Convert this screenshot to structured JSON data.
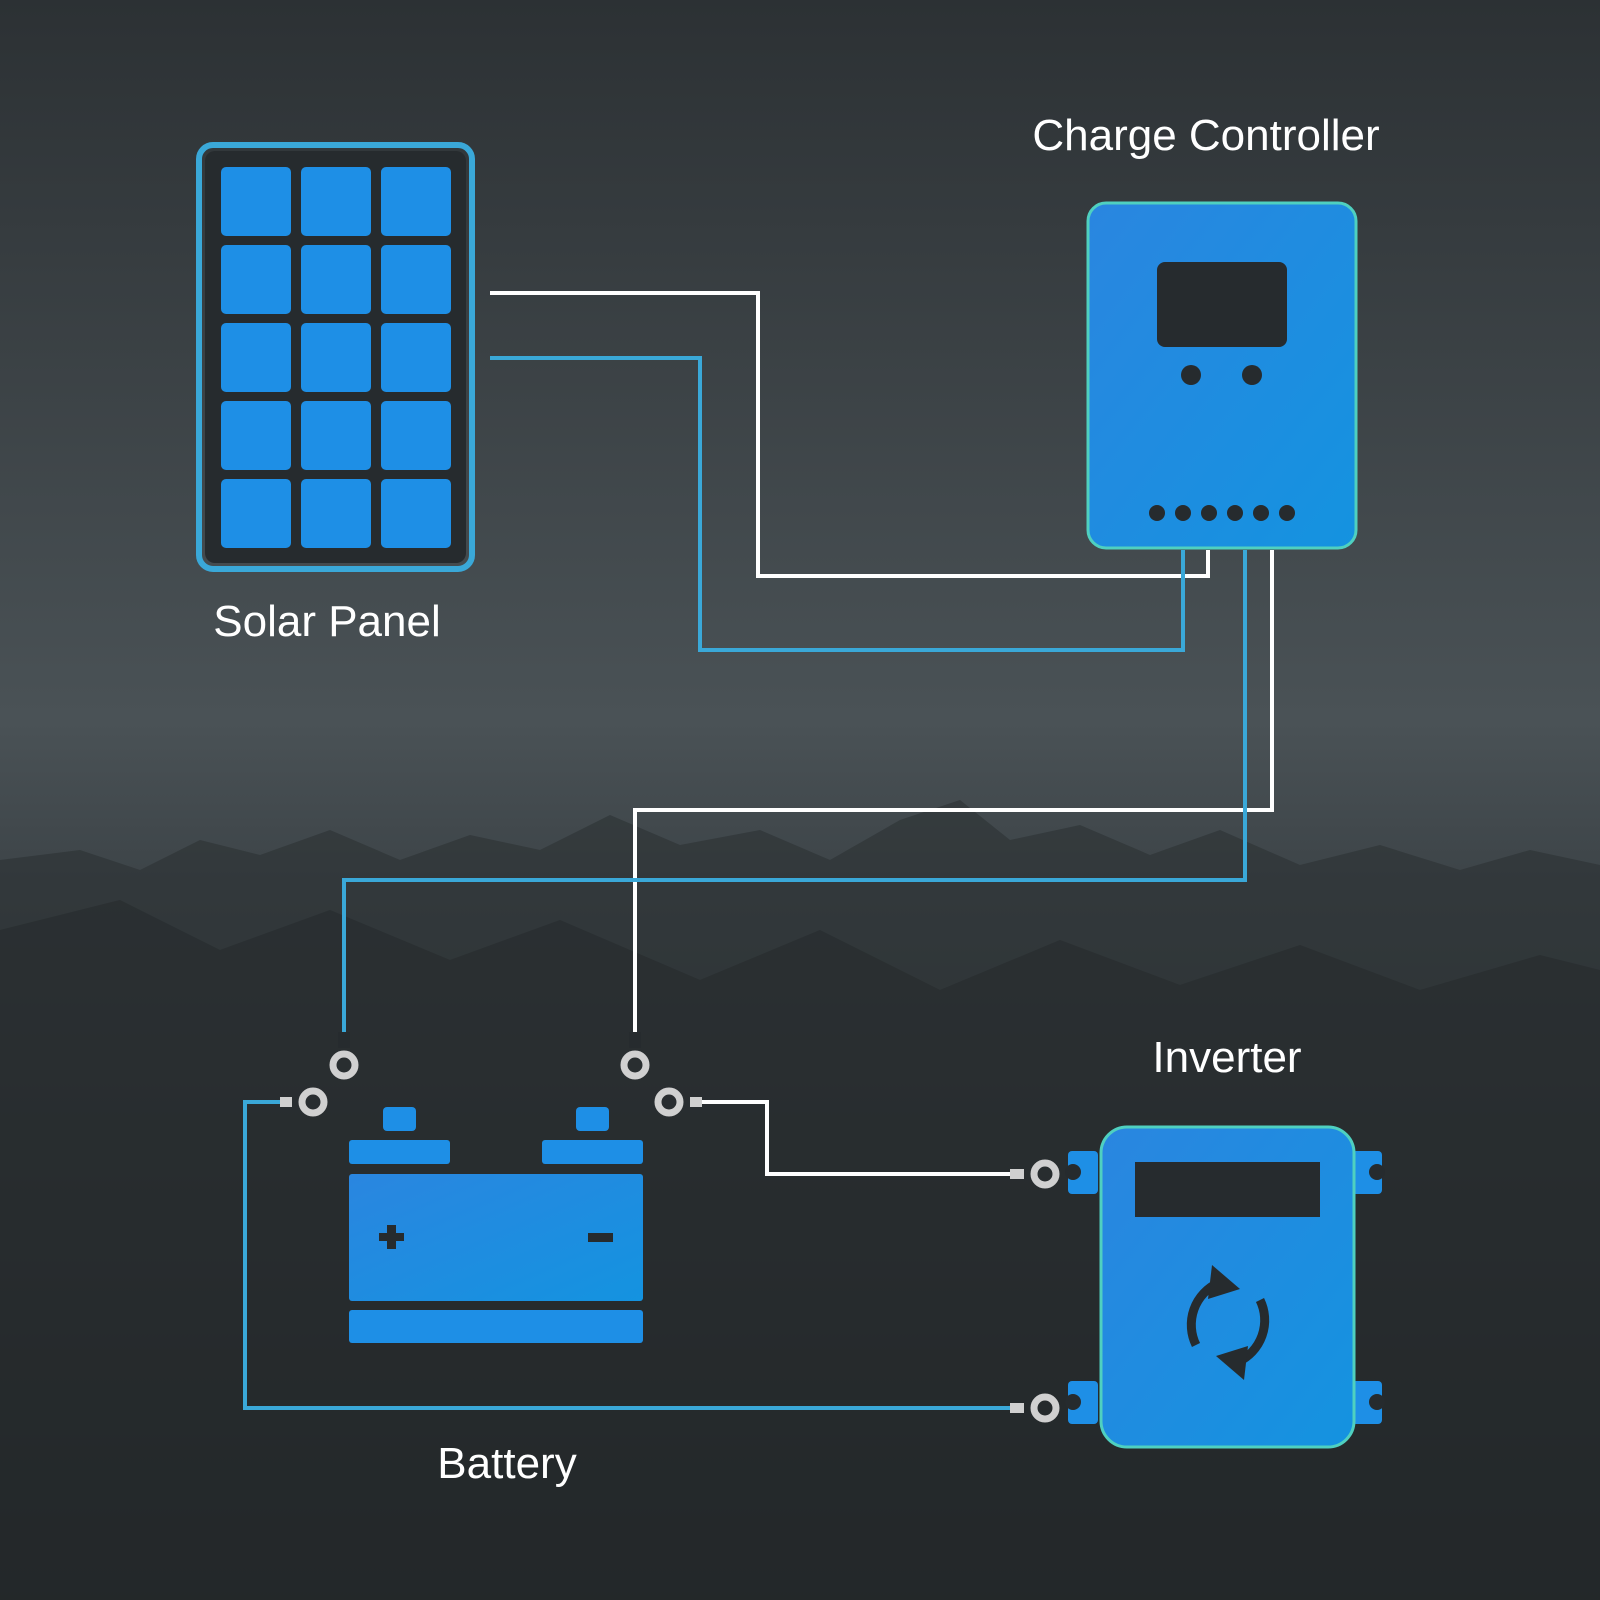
{
  "labels": {
    "solar_panel": "Solar Panel",
    "charge_controller": "Charge Controller",
    "battery": "Battery",
    "inverter": "Inverter"
  },
  "colors": {
    "device_fill": "#1e8fe6",
    "device_outline": "#4fd0c0",
    "wire_positive": "#ffffff",
    "wire_negative": "#3aa8d8",
    "terminal": "#d0d0d0",
    "background_top": "#2f3437",
    "background_mid": "#4c5458",
    "background_bottom": "#1c2022"
  },
  "icons": {
    "battery_positive": "plus-icon",
    "battery_negative": "minus-icon",
    "inverter_cycle": "cycle-arrows-icon"
  }
}
